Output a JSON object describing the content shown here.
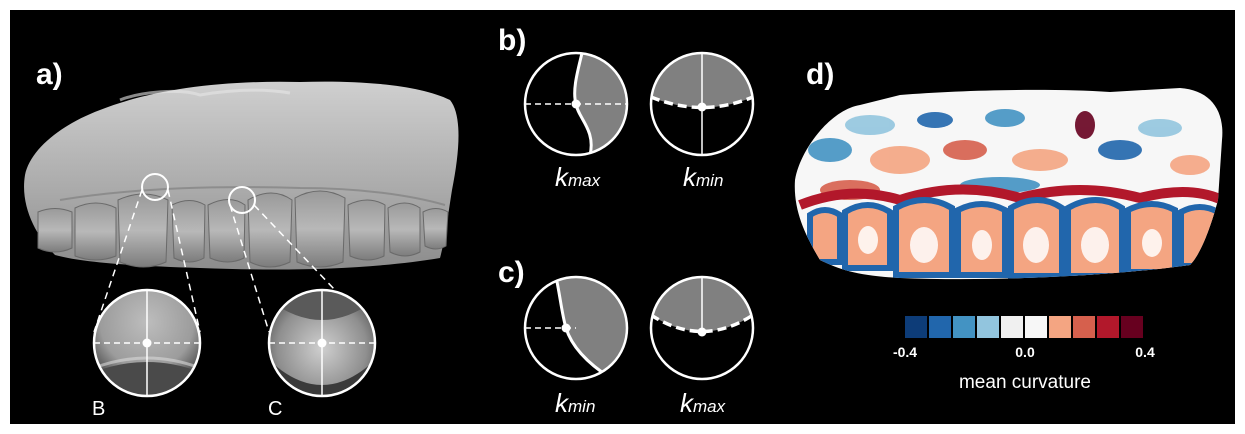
{
  "panels": {
    "a": {
      "label": "a)",
      "callouts": [
        "B",
        "C"
      ]
    },
    "b": {
      "label": "b)",
      "kmax": {
        "main": "k",
        "sub": "max"
      },
      "kmin": {
        "main": "k",
        "sub": "min"
      }
    },
    "c": {
      "label": "c)",
      "kmin": {
        "main": "k",
        "sub": "min"
      },
      "kmax": {
        "main": "k",
        "sub": "max"
      }
    },
    "d": {
      "label": "d)"
    }
  },
  "colorbar": {
    "title": "mean curvature",
    "ticks": [
      "-0.4",
      "0.0",
      "0.4"
    ],
    "colors": [
      "#0d3c78",
      "#2166ac",
      "#4393c3",
      "#92c5de",
      "#f0f0f0",
      "#f7f7f7",
      "#f4a582",
      "#d6604d",
      "#b2182b",
      "#67001f"
    ]
  }
}
